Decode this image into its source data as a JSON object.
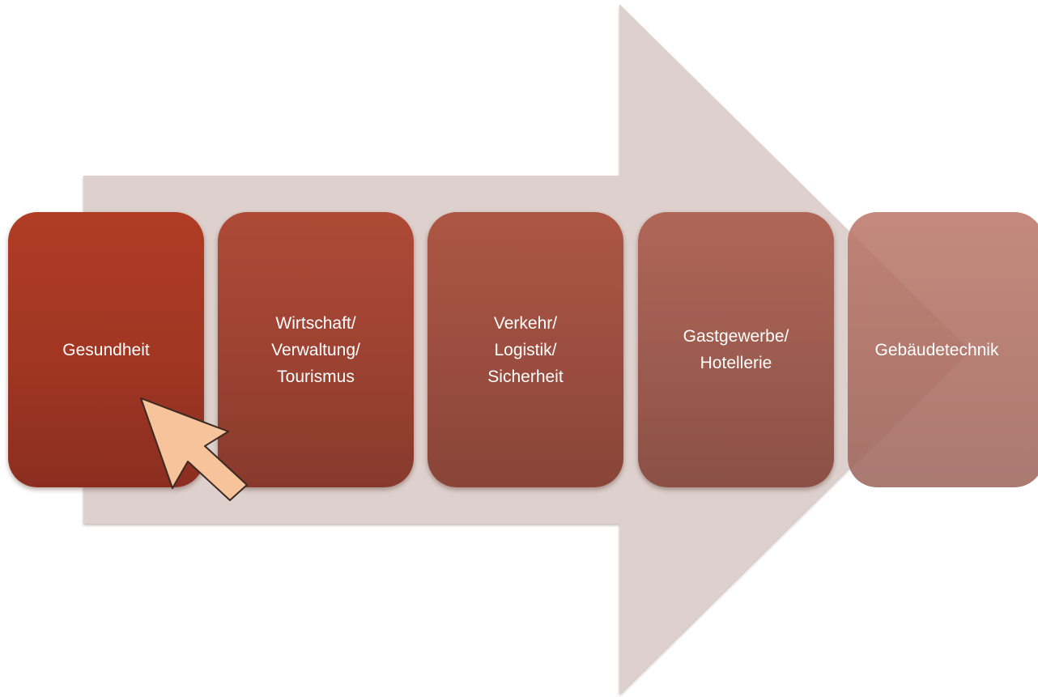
{
  "diagram": {
    "steps": [
      {
        "label": "Gesundheit"
      },
      {
        "label": "Wirtschaft/\nVerwaltung/\nTourismus"
      },
      {
        "label": "Verkehr/\nLogistik/\nSicherheit"
      },
      {
        "label": "Gastgewerbe/\nHotellerie"
      },
      {
        "label": "Gebäudetechnik"
      }
    ],
    "colors": {
      "arrow": "#ddd0cd",
      "step_first": "#a03623",
      "step_last": "#b07466",
      "cursor_fill": "#f6c39b",
      "cursor_stroke": "#3a2a22"
    },
    "icons": {
      "pointer": "arrow-cursor-icon"
    }
  }
}
